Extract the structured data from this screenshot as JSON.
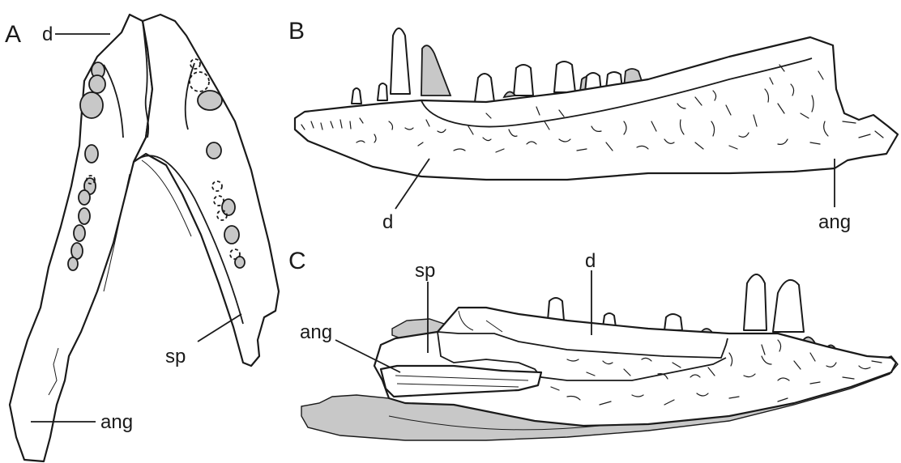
{
  "panels": {
    "a": {
      "letter": "A",
      "labels": {
        "d": "d",
        "sp": "sp",
        "ang": "ang"
      }
    },
    "b": {
      "letter": "B",
      "labels": {
        "d": "d",
        "ang": "ang"
      }
    },
    "c": {
      "letter": "C",
      "labels": {
        "sp": "sp",
        "d": "d",
        "ang": "ang"
      }
    }
  },
  "colors": {
    "line": "#1a1a1a",
    "shading": "#c8c8c8",
    "background": "#ffffff"
  }
}
